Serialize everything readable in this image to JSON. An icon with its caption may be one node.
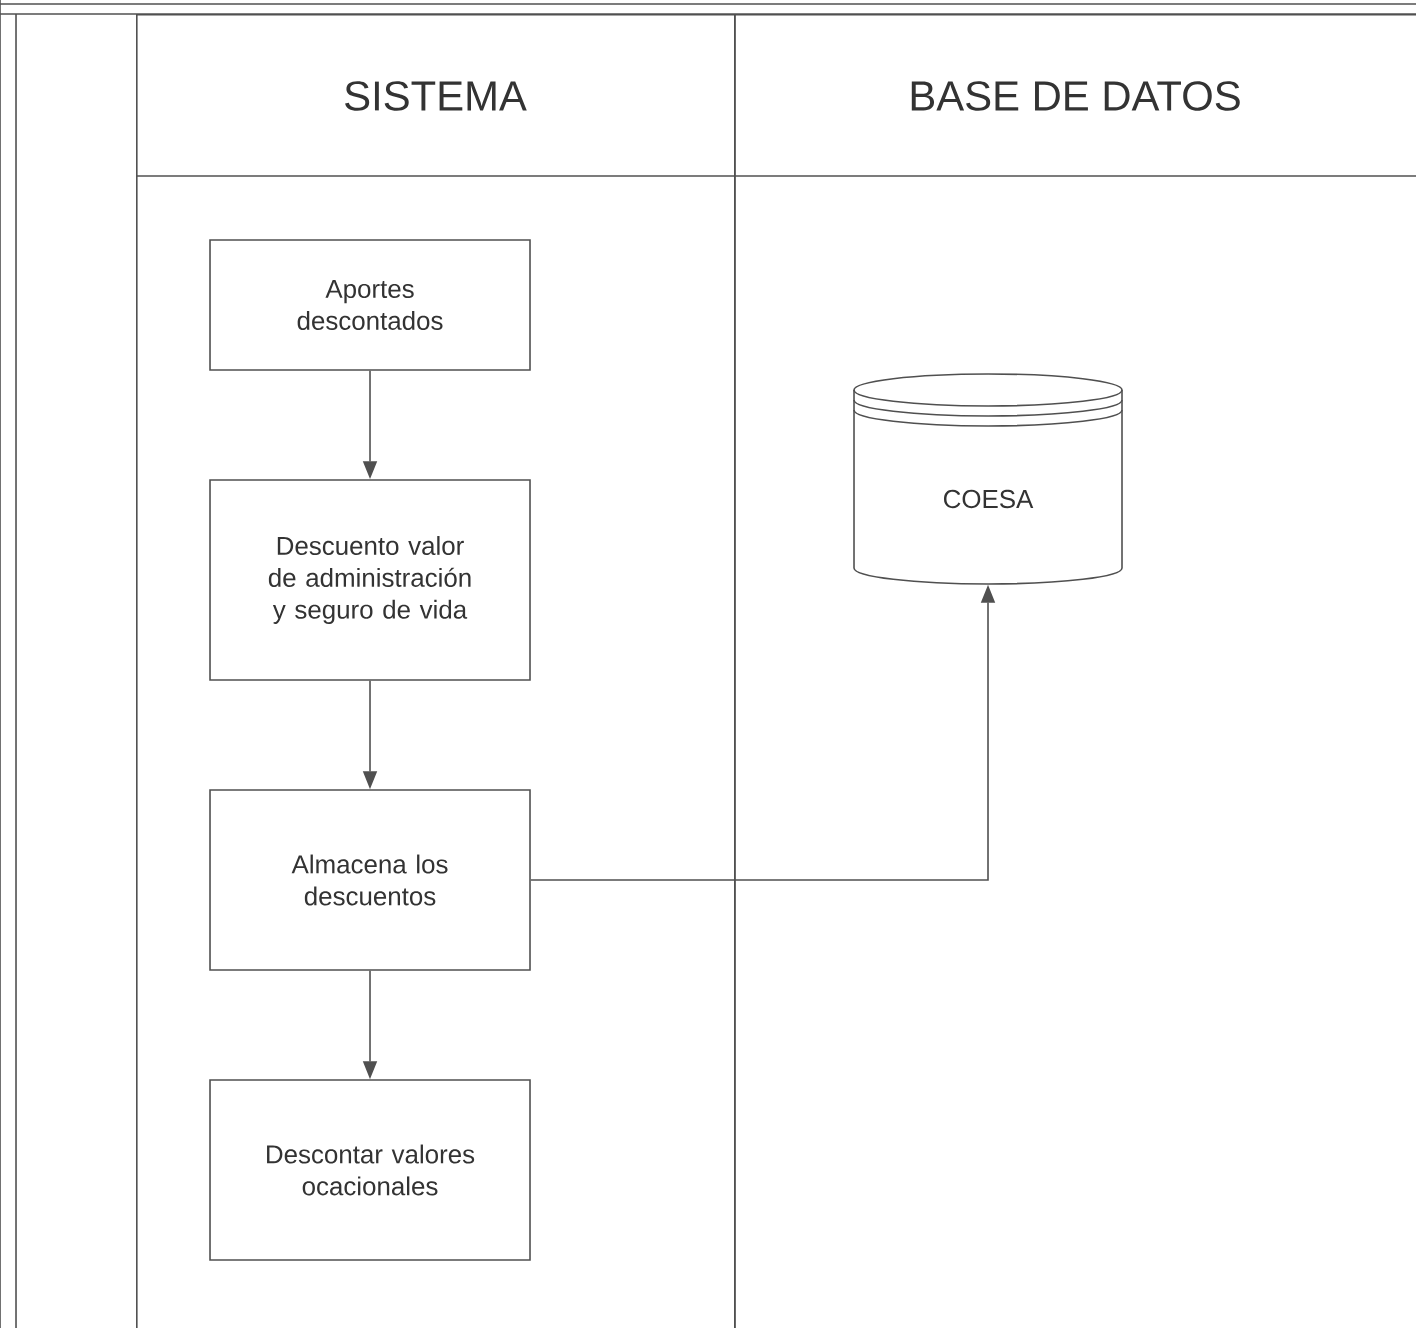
{
  "diagram": {
    "nodes": [
      {
        "text": [
          "SISTEMA"
        ]
      },
      {
        "text": [
          "BASE DE DATOS"
        ]
      },
      {
        "text": [
          "Aportes descontados"
        ],
        "in": 0
      },
      {
        "text": [
          "Descuento valor de administración y seguro de vida"
        ],
        "in": 0
      },
      {
        "text": [
          "Almacena los descuentos"
        ],
        "in": 0
      },
      {
        "text": [
          "Descontar valores ocacionales"
        ],
        "in": 0
      },
      {
        "text": [
          "COESA"
        ],
        "in": 1
      }
    ],
    "edges": [
      {
        "from": 2,
        "to": 3,
        "arrow": "to"
      },
      {
        "from": 3,
        "to": 4,
        "arrow": "to"
      },
      {
        "from": 4,
        "to": 5,
        "arrow": "to"
      },
      {
        "from": 4,
        "to": 6,
        "arrow": "to"
      }
    ]
  }
}
